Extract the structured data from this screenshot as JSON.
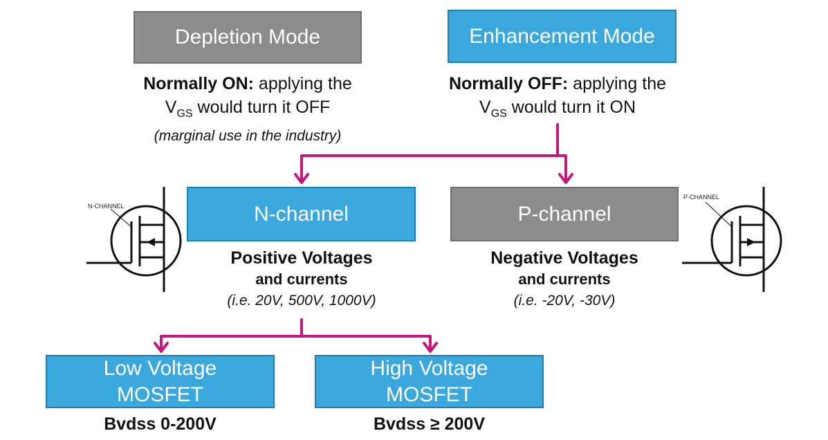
{
  "depletion": {
    "title": "Depletion Mode",
    "desc_bold": "Normally ON:",
    "desc_rest": " applying the",
    "line2_v": "V",
    "line2_sub": "GS",
    "line2_rest": " would turn it OFF",
    "note": "(marginal use in the industry)"
  },
  "enhancement": {
    "title": "Enhancement Mode",
    "desc_bold": "Normally OFF:",
    "desc_rest": " applying the",
    "line2_v": "V",
    "line2_sub": "GS",
    "line2_rest": " would turn it ON"
  },
  "n_channel": {
    "title": "N-channel",
    "line1": "Positive Voltages",
    "line2": "and currents",
    "examples": "(i.e. 20V, 500V, 1000V)",
    "symbol_label": "N-CHANNEL"
  },
  "p_channel": {
    "title": "P-channel",
    "line1": "Negative Voltages",
    "line2": "and currents",
    "examples": "(i.e. -20V, -30V)",
    "symbol_label": "P-CHANNEL"
  },
  "low_voltage": {
    "line1": "Low Voltage",
    "line2": "MOSFET",
    "spec": "Bvdss 0-200V"
  },
  "high_voltage": {
    "line1": "High Voltage",
    "line2": "MOSFET",
    "spec": "Bvdss ≥ 200V"
  },
  "colors": {
    "blue_box": "#3aa8dc",
    "gray_box": "#8c8c8c",
    "arrow": "#c8177a"
  }
}
